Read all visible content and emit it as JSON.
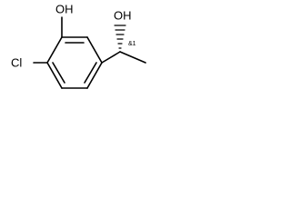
{
  "molecule": {
    "atoms": {
      "phenol_oh": "OH",
      "chloro": "Cl",
      "alcohol_oh": "OH"
    },
    "stereo": {
      "label": "&1"
    },
    "bonds": {
      "wedge_type": "hashed"
    }
  }
}
